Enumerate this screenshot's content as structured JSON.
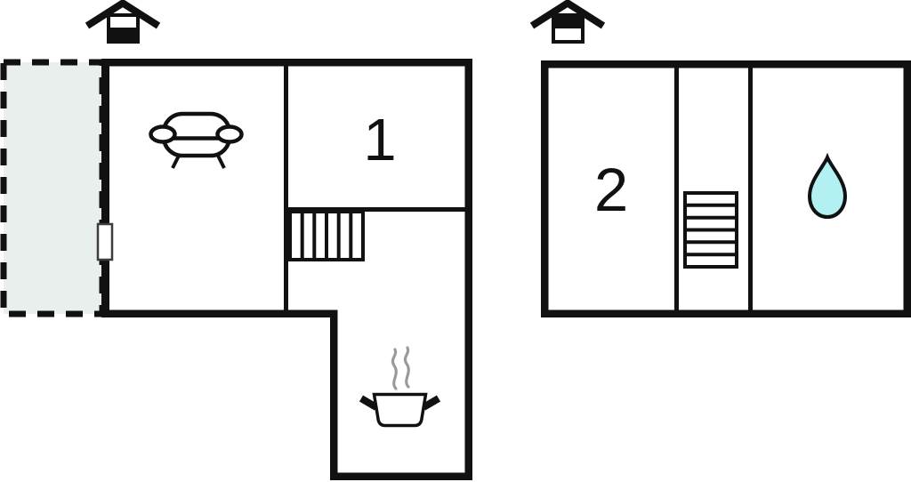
{
  "canvas": {
    "background": "#ffffff",
    "wall_color": "#111111"
  },
  "left_plan": {
    "room_label": "1",
    "terrace_fill": "#e8efed",
    "steam_color": "#9a9a9a",
    "door_fill": "#ffffff",
    "icons": {
      "floor_indicator": "house-ground-floor-icon",
      "sofa": "sofa-icon",
      "stairs": "stairs-icon",
      "pot": "cooking-pot-icon",
      "door": "door-opening"
    }
  },
  "right_plan": {
    "room_label": "2",
    "drop_fill": "#b2f0f2",
    "icons": {
      "floor_indicator": "house-upper-floor-icon",
      "stairs": "stairs-icon",
      "drop": "water-drop-icon"
    }
  }
}
